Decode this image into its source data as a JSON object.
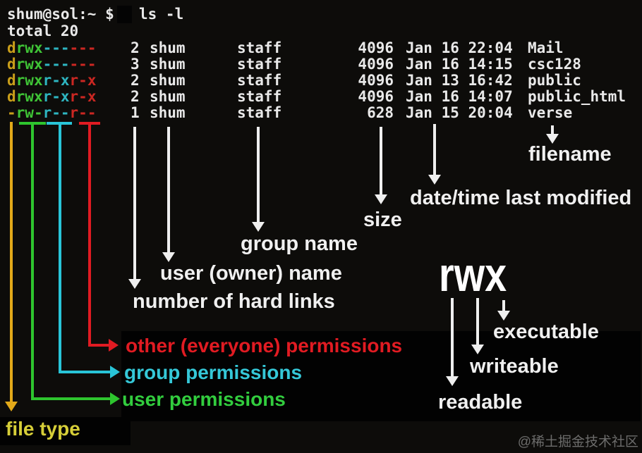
{
  "terminal": {
    "prompt": "shum@sol:~ $",
    "command": "ls -l",
    "summary": "total 20",
    "files": [
      {
        "type": "d",
        "user_perm": "rwx",
        "group_perm": "---",
        "other_perm": "---",
        "links": "2",
        "owner": "shum",
        "group": "staff",
        "size": "4096",
        "modified": "Jan 16 22:04",
        "name": "Mail"
      },
      {
        "type": "d",
        "user_perm": "rwx",
        "group_perm": "---",
        "other_perm": "---",
        "links": "3",
        "owner": "shum",
        "group": "staff",
        "size": "4096",
        "modified": "Jan 16 14:15",
        "name": "csc128"
      },
      {
        "type": "d",
        "user_perm": "rwx",
        "group_perm": "r-x",
        "other_perm": "r-x",
        "links": "2",
        "owner": "shum",
        "group": "staff",
        "size": "4096",
        "modified": "Jan 13 16:42",
        "name": "public"
      },
      {
        "type": "d",
        "user_perm": "rwx",
        "group_perm": "r-x",
        "other_perm": "r-x",
        "links": "2",
        "owner": "shum",
        "group": "staff",
        "size": "4096",
        "modified": "Jan 16 14:07",
        "name": "public_html"
      },
      {
        "type": "-",
        "user_perm": "rw-",
        "group_perm": "r--",
        "other_perm": "r--",
        "links": "1",
        "owner": "shum",
        "group": "staff",
        "size": "628",
        "modified": "Jan 15 20:04",
        "name": "verse"
      }
    ]
  },
  "labels": {
    "filename": "filename",
    "modified": "date/time last modified",
    "size": "size",
    "group_name": "group name",
    "owner_name": "user (owner) name",
    "hard_links": "number of hard links",
    "other_permissions": "other (everyone) permissions",
    "group_permissions": "group permissions",
    "user_permissions": "user permissions",
    "file_type": "file type"
  },
  "rwx_legend": {
    "title": "rwx",
    "readable": "readable",
    "writeable": "writeable",
    "executable": "executable"
  },
  "colors": {
    "file_type_char": "#c99e1a",
    "user_perm_chars": "#3fc436",
    "group_perm_chars": "#2eb5c0",
    "other_perm_chars": "#cb2722",
    "arrow_yellow": "#e2a919",
    "arrow_green": "#2ec52e",
    "arrow_cyan": "#29c5d8",
    "arrow_red": "#e01b22",
    "label_yellow": "#d6ce38",
    "label_green": "#32cd3e",
    "label_cyan": "#35c8d8",
    "label_red": "#e11b22",
    "terminal_text": "#e9e9e9",
    "white_annotation": "#f0f0f0"
  },
  "watermark": "@稀土掘金技术社区"
}
